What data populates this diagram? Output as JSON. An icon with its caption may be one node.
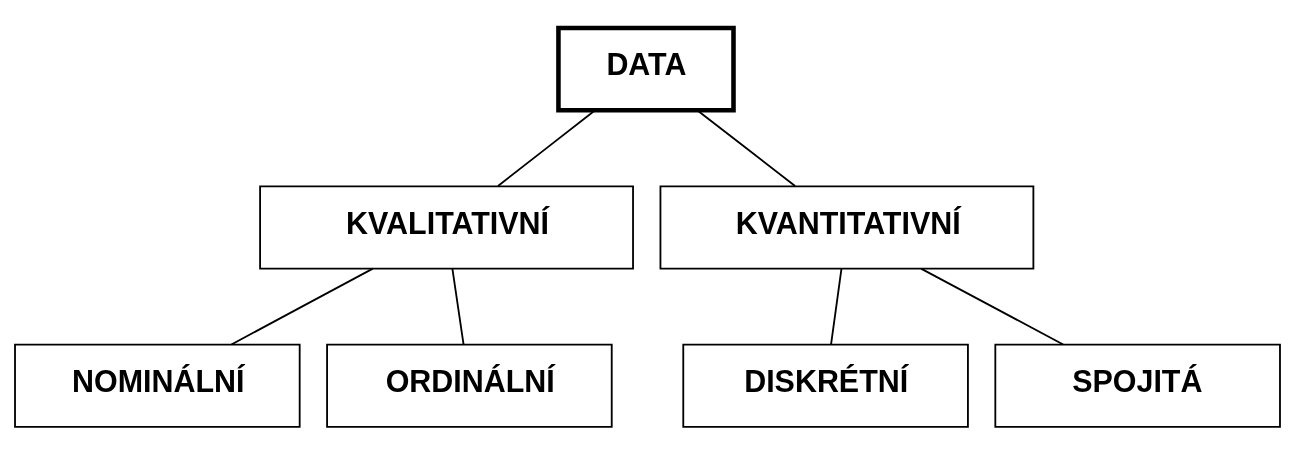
{
  "diagram": {
    "nodes": [
      {
        "text": [
          "DATA"
        ]
      },
      {
        "text": [
          "KVALITATIVNÍ"
        ]
      },
      {
        "text": [
          "KVANTITATIVNÍ"
        ]
      },
      {
        "text": [
          "NOMINÁLNÍ"
        ]
      },
      {
        "text": [
          "ORDINÁLNÍ"
        ]
      },
      {
        "text": [
          "DISKRÉTNÍ"
        ]
      },
      {
        "text": [
          "SPOJITÁ"
        ]
      }
    ],
    "edges": [
      {
        "from": 0,
        "to": 1,
        "arrow": "none"
      },
      {
        "from": 0,
        "to": 2,
        "arrow": "none"
      },
      {
        "from": 1,
        "to": 3,
        "arrow": "none"
      },
      {
        "from": 1,
        "to": 4,
        "arrow": "none"
      },
      {
        "from": 2,
        "to": 5,
        "arrow": "none"
      },
      {
        "from": 2,
        "to": 6,
        "arrow": "none"
      }
    ]
  }
}
